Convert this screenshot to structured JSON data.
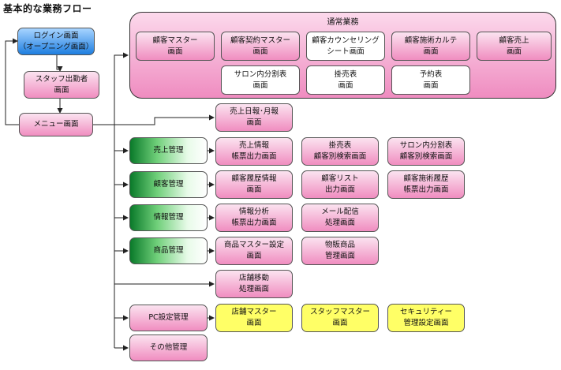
{
  "title": "基本的な業務フロー",
  "login": "ログイン画面\n（オープニング画面）",
  "staff": "スタッフ出勤者\n画面",
  "menu": "メニュー画面",
  "panel": {
    "title": "通常業務",
    "row1": [
      "顧客マスター\n画面",
      "顧客契約マスター\n画面",
      "顧客カウンセリング\nシート画面",
      "顧客施術カルテ\n画面",
      "顧客売上\n画面"
    ],
    "row2": [
      "サロン内分割表\n画面",
      "掛売表\n画面",
      "予約表\n画面"
    ]
  },
  "sales_daily": "売上日報･月報\n画面",
  "categories": {
    "sales": "売上管理",
    "customer": "顧客管理",
    "info": "情報管理",
    "product": "商品管理",
    "pc": "PC設定管理",
    "other": "その他管理"
  },
  "sales_items": [
    "売上情報\n帳票出力画面",
    "掛売表\n顧客別検索画面",
    "サロン内分割表\n顧客別検索画面"
  ],
  "customer_items": [
    "顧客履歴情報\n画面",
    "顧客リスト\n出力画面",
    "顧客施術履歴\n帳票出力画面"
  ],
  "info_items": [
    "情報分析\n帳票出力画面",
    "メール配信\n処理画面"
  ],
  "product_items": [
    "商品マスター設定\n画面",
    "物販商品\n管理画面"
  ],
  "store_move": "店舗移動\n処理画面",
  "pc_items": [
    "店舗マスター\n画面",
    "スタッフマスター\n画面",
    "セキュリティー\n管理設定画面"
  ]
}
